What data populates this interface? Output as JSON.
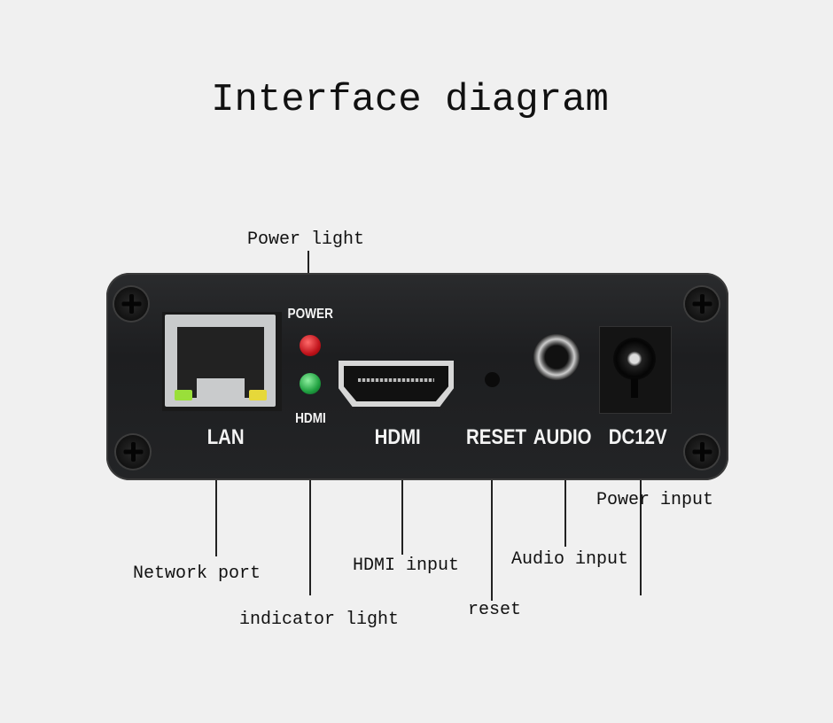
{
  "title": "Interface diagram",
  "device": {
    "port_labels": {
      "lan": "LAN",
      "power_led": "POWER",
      "hdmi_led": "HDMI",
      "hdmi": "HDMI",
      "reset": "RESET",
      "audio": "AUDIO",
      "dc": "DC12V"
    },
    "colors": {
      "power_led": "#c0141c",
      "hdmi_led": "#1fa040",
      "lan_led_left": "#9adf3a",
      "lan_led_right": "#e6d83a"
    }
  },
  "callouts": {
    "power_light": "Power light",
    "network_port": "Network port",
    "indicator_light": "indicator light",
    "hdmi_input": "HDMI input",
    "reset": "reset",
    "audio_input": "Audio input",
    "power_input": "Power input"
  }
}
